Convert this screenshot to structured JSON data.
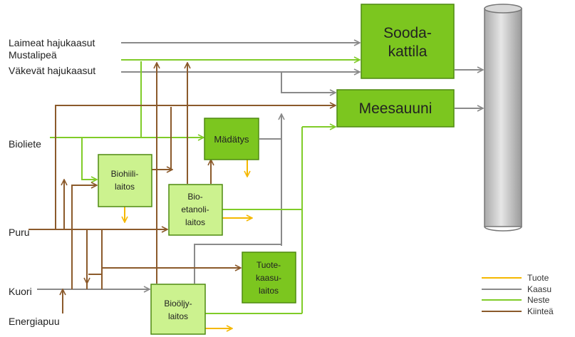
{
  "inputs": {
    "laimeat": "Laimeat hajukaasut",
    "mustalipea": "Mustalipeä",
    "vakevat": "Väkevät hajukaasut",
    "bioliete": "Bioliete",
    "puru": "Puru",
    "kuori": "Kuori",
    "energiapuu": "Energiapuu"
  },
  "processes": {
    "soodakattila": [
      "Sooda-",
      "kattila"
    ],
    "meesauuni": [
      "Meesauuni"
    ],
    "madatys": [
      "Mädätys"
    ],
    "biohiili": [
      "Biohiili-",
      "laitos"
    ],
    "bioetanoli": [
      "Bio-",
      "etanoli-",
      "laitos"
    ],
    "tuotekaasu": [
      "Tuote-",
      "kaasu-",
      "laitos"
    ],
    "bioolju": [
      "Bioöljy-",
      "laitos"
    ]
  },
  "legend": [
    {
      "label": "Tuote",
      "color": "#f5b800"
    },
    {
      "label": "Kaasu",
      "color": "#8a8a8a"
    },
    {
      "label": "Neste",
      "color": "#80cc28"
    },
    {
      "label": "Kiinteä",
      "color": "#8b5a2b"
    }
  ],
  "colors": {
    "product": "#f5b800",
    "gas": "#8a8a8a",
    "liquid": "#80cc28",
    "solid": "#8b5a2b",
    "box_dark": "#7cc61f",
    "box_light": "#ccf28f",
    "chimney": "#c8c8c8"
  }
}
